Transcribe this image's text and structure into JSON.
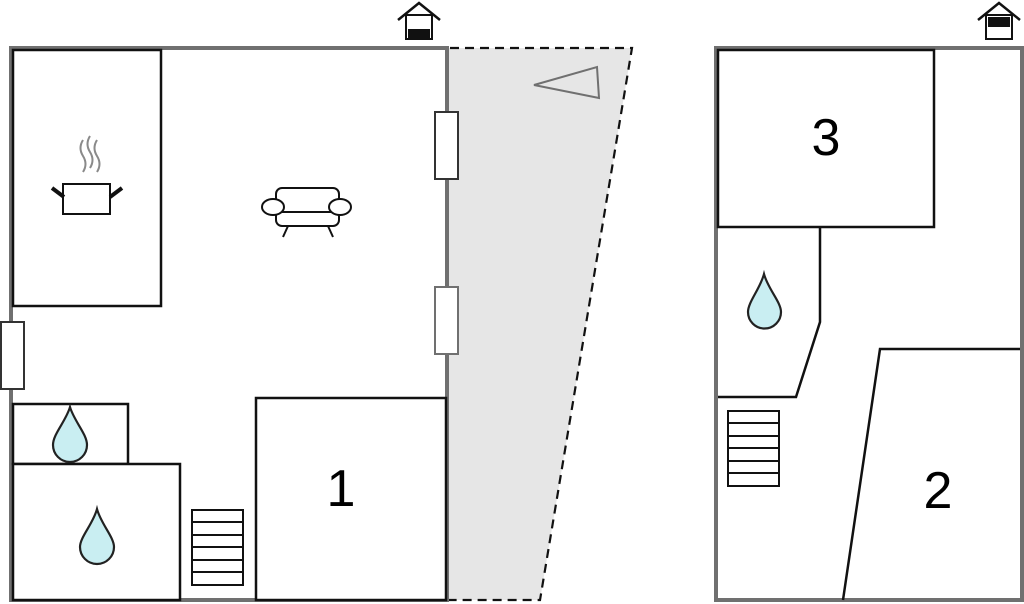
{
  "rooms": {
    "room_1": "1",
    "room_2": "2",
    "room_3": "3"
  },
  "icons": {
    "entrance": "house-entrance-icon",
    "kitchen": "cooking-pot-icon",
    "living": "sofa-icon",
    "bathroom": "water-drop-icon",
    "stairs": "stairs-icon",
    "terrace": "terrace-icon"
  },
  "colors": {
    "outer_wall": "#707070",
    "inner_wall": "#111111",
    "terrace": "#e6e6e6",
    "water": "#c9eef2"
  }
}
